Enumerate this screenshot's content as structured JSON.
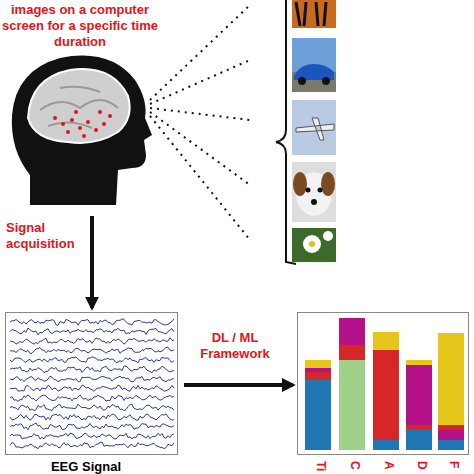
{
  "diagram": {
    "nodes": [
      {
        "text": [
          "images on a computer screen for a specific time duration"
        ]
      },
      {
        "text": [
          "EEG Signal"
        ]
      },
      {
        "text": [
          "Ti",
          "C",
          "A",
          "D",
          "F"
        ]
      }
    ],
    "edges": [
      {
        "from": 0,
        "to": 1,
        "arrow": "to",
        "label": "Signal acquisition"
      },
      {
        "from": 1,
        "to": 2,
        "arrow": "to",
        "label": "DL / ML Framework"
      }
    ]
  }
}
